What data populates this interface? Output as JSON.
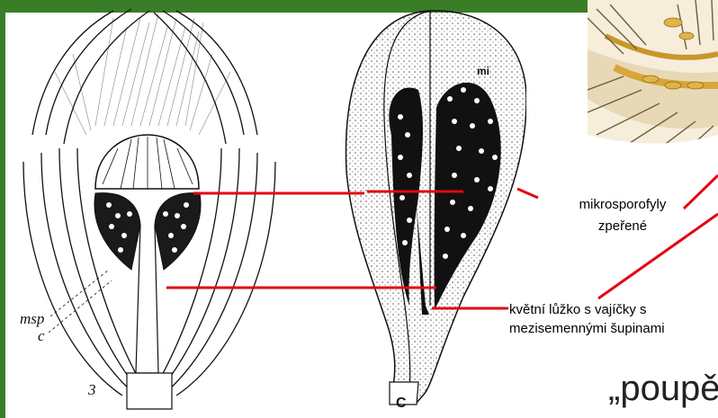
{
  "labels": {
    "microsporophylls_line1": "mikrosporofyly",
    "microsporophylls_line2": "zpeřené",
    "receptacle_line1": "květní lůžko s vajíčky s",
    "receptacle_line2": "mezisemennými šupinami",
    "bud_word": "„poupě“"
  },
  "figure_marks": {
    "left_fig_number": "3",
    "left_msp": "msp",
    "left_c": "c",
    "middle_fig_letter": "C",
    "middle_mi": "mi"
  },
  "colors": {
    "frame_green": "#3a7d27",
    "connector_red": "#e30613"
  }
}
